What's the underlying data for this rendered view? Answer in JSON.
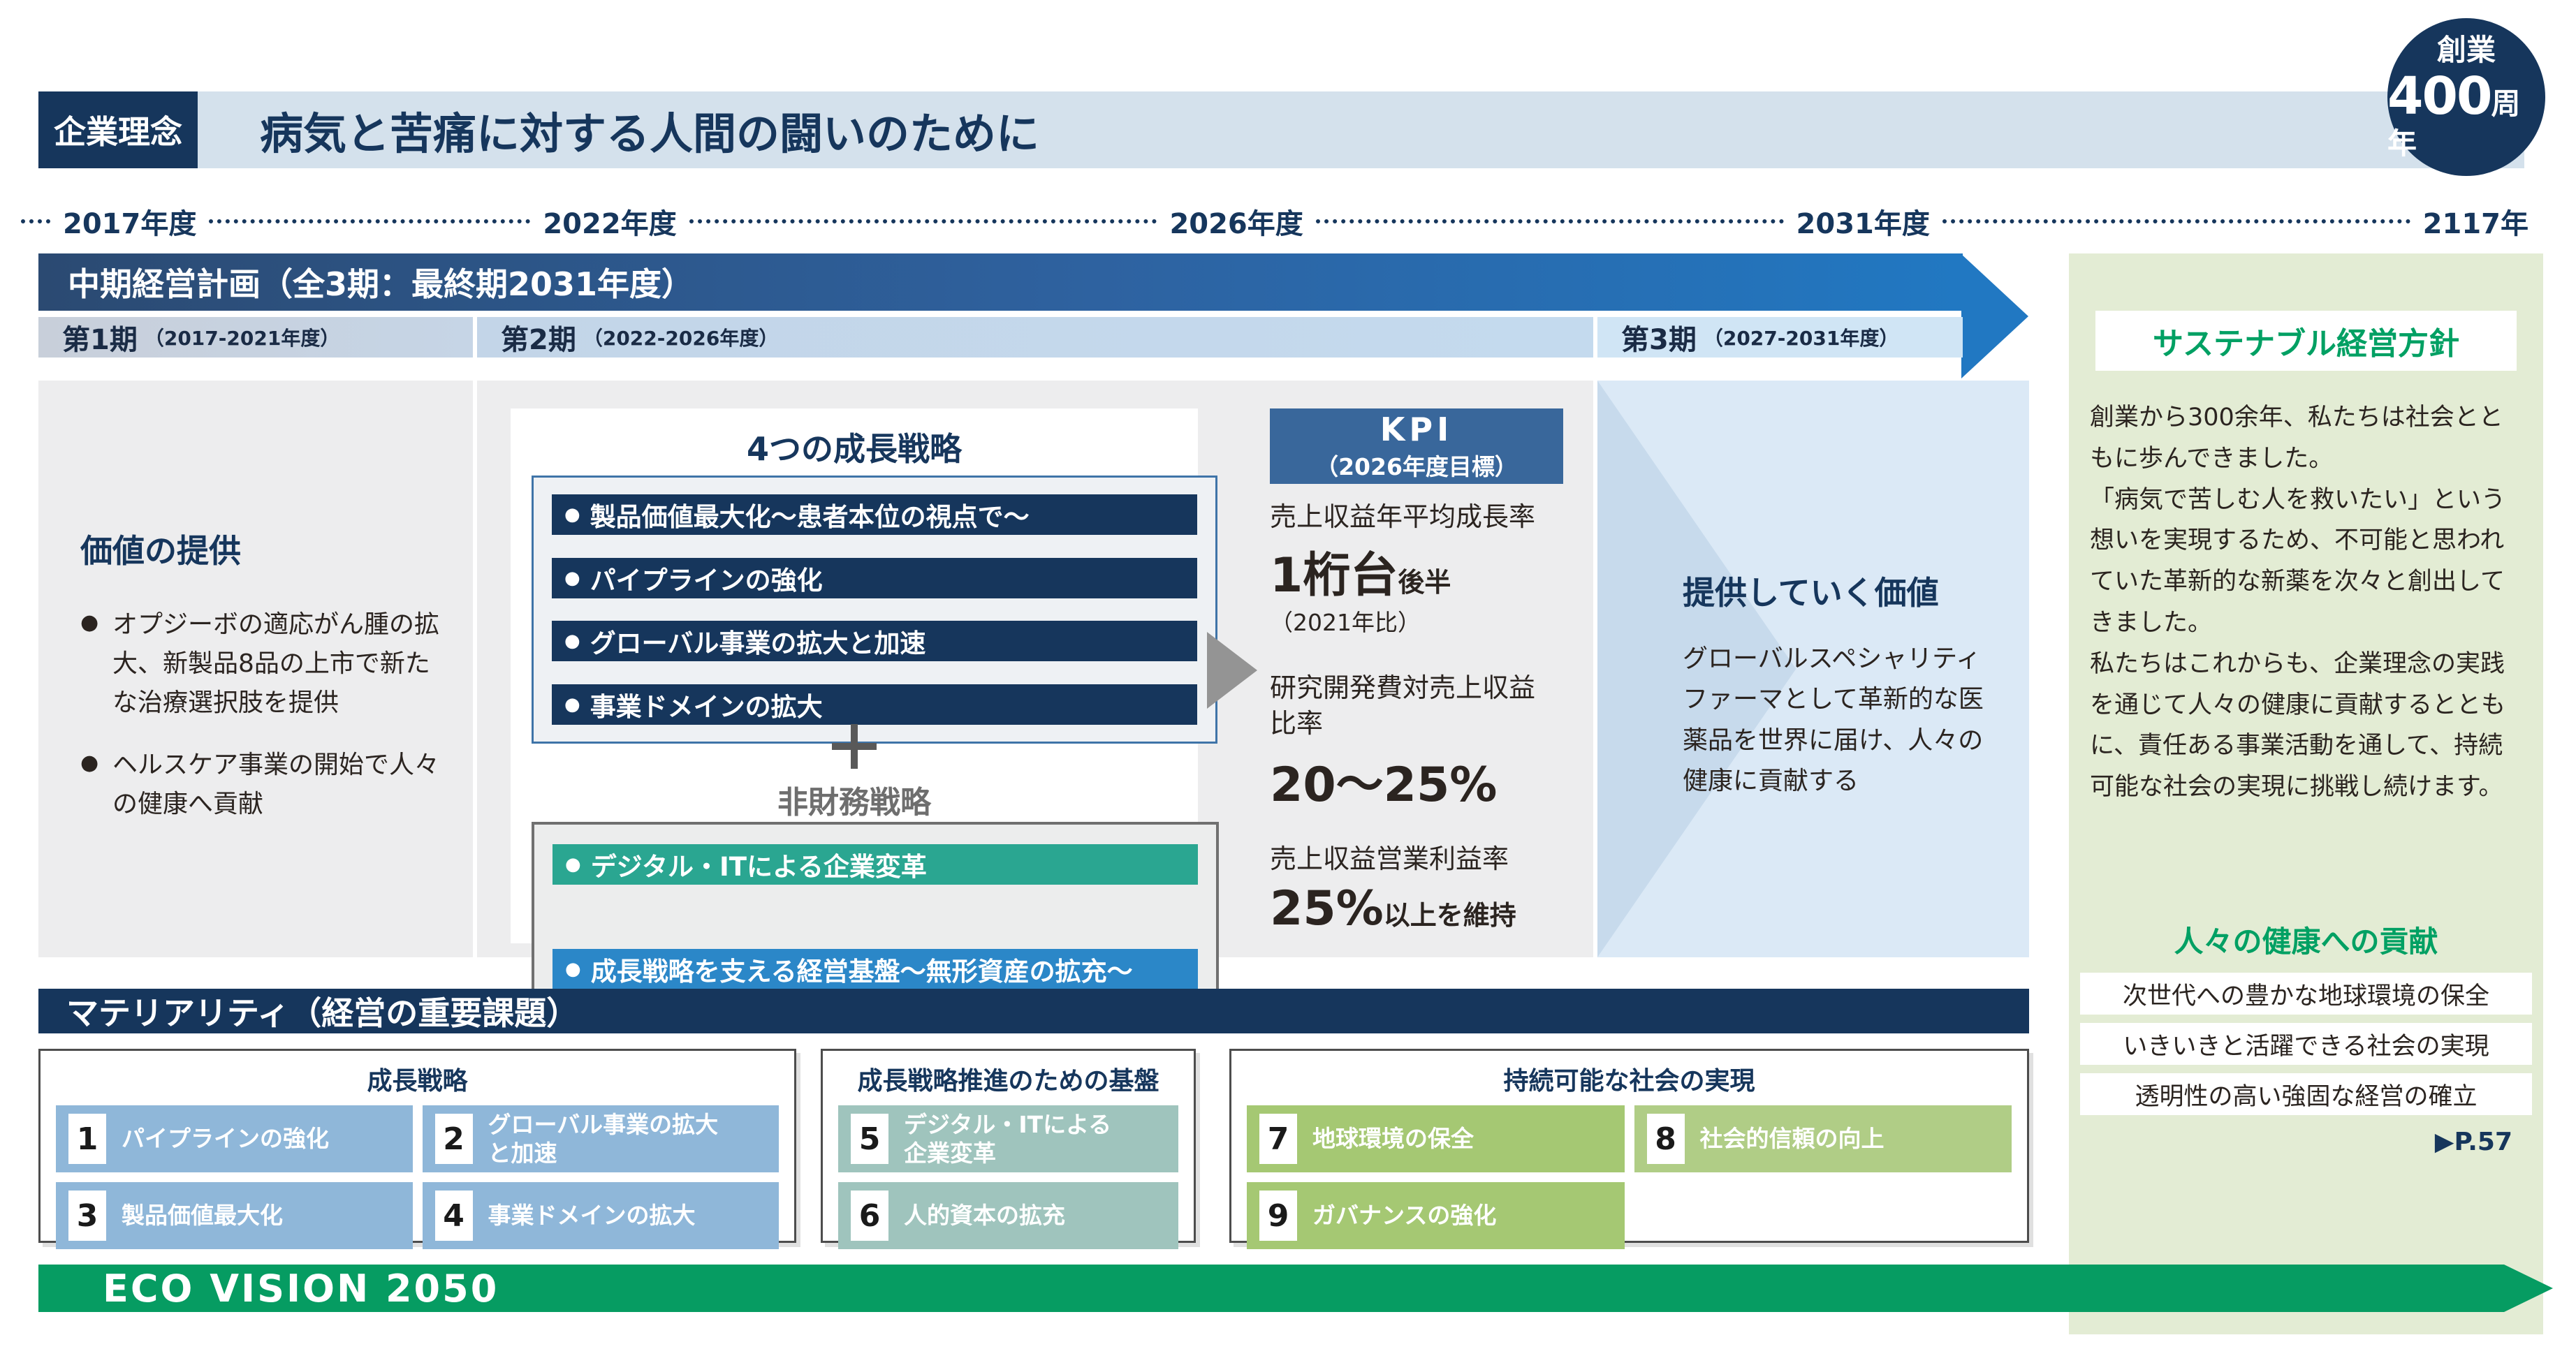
{
  "header": {
    "badge": "企業理念",
    "title": "病気と苦痛に対する人間の闘いのために",
    "anniversary": {
      "line1": "創業",
      "number": "400",
      "suffix": "周年"
    }
  },
  "timeline": {
    "labels": [
      "2017年度",
      "2022年度",
      "2026年度",
      "2031年度",
      "2117年"
    ]
  },
  "plan": {
    "title": "中期経営計画（全3期：最終期2031年度）",
    "phases": [
      {
        "name": "第1期",
        "range": "（2017-2021年度）"
      },
      {
        "name": "第2期",
        "range": "（2022-2026年度）"
      },
      {
        "name": "第3期",
        "range": "（2027-2031年度）"
      }
    ]
  },
  "value_delivery": {
    "title": "価値の提供",
    "bullets": [
      "オプジーボの適応がん腫の拡大、新製品8品の上市で新たな治療選択肢を提供",
      "ヘルスケア事業の開始で人々の健康へ貢献"
    ]
  },
  "growth": {
    "title": "4つの成長戦略",
    "items": [
      "製品価値最大化～患者本位の視点で～",
      "パイプラインの強化",
      "グローバル事業の拡大と加速",
      "事業ドメインの拡大"
    ],
    "nonfinancial_title": "非財務戦略",
    "nonfinancial_items": [
      "デジタル・ITによる企業変革",
      "成長戦略を支える経営基盤～無形資産の拡充～"
    ]
  },
  "kpi": {
    "title": "KPI",
    "subtitle": "（2026年度目標）",
    "metric1": {
      "label": "売上収益年平均成長率",
      "value": "1桁台",
      "suffix": "後半",
      "note": "（2021年比）"
    },
    "metric2": {
      "label": "研究開発費対売上収益比率",
      "value": "20～25%"
    },
    "metric3": {
      "label": "売上収益営業利益率",
      "value": "25%",
      "suffix": "以上を維持"
    }
  },
  "future_value": {
    "title": "提供していく価値",
    "body": "グローバルスペシャリティファーマとして革新的な医薬品を世界に届け、人々の健康に貢献する"
  },
  "sustainable": {
    "title": "サステナブル経営方針",
    "body": "創業から300余年、私たちは社会とともに歩んできました。\n「病気で苦しむ人を救いたい」という想いを実現するため、不可能と思われていた革新的な新薬を次々と創出してきました。\n私たちはこれからも、企業理念の実践を通じて人々の健康に貢献するとともに、責任ある事業活動を通して、持続可能な社会の実現に挑戦し続けます。",
    "subtitle": "人々の健康への貢献",
    "items": [
      "次世代への豊かな地球環境の保全",
      "いきいきと活躍できる社会の実現",
      "透明性の高い強固な経営の確立"
    ],
    "page_ref": "▶P.57"
  },
  "materiality": {
    "title": "マテリアリティ（経営の重要課題）",
    "groups": [
      {
        "title": "成長戦略",
        "items": [
          {
            "num": "1",
            "label": "パイプラインの強化"
          },
          {
            "num": "2",
            "label": "グローバル事業の拡大と加速"
          },
          {
            "num": "3",
            "label": "製品価値最大化"
          },
          {
            "num": "4",
            "label": "事業ドメインの拡大"
          }
        ]
      },
      {
        "title": "成長戦略推進のための基盤",
        "items": [
          {
            "num": "5",
            "label": "デジタル・ITによる企業変革"
          },
          {
            "num": "6",
            "label": "人的資本の拡充"
          }
        ]
      },
      {
        "title": "持続可能な社会の実現",
        "items": [
          {
            "num": "7",
            "label": "地球環境の保全"
          },
          {
            "num": "8",
            "label": "社会的信頼の向上"
          },
          {
            "num": "9",
            "label": "ガバナンスの強化"
          }
        ]
      }
    ]
  },
  "eco": {
    "title": "ECO VISION 2050"
  },
  "colors": {
    "navy": "#16365c",
    "header_band": "#d4e1ec",
    "plan_blue": "#2178c2",
    "panel_gray": "#ededee",
    "kpi_header": "#39679b",
    "teal_bar": "#2aa691",
    "blue_bar": "#2b87c8",
    "light_blue_panel": "#dbe9f6",
    "green_panel": "#e3ecd4",
    "green_accent": "#00a063",
    "eco_green": "#069c62",
    "materiality_blue": "#8fb7d9",
    "materiality_teal": "#9fc4bd",
    "materiality_green": "#a5c873"
  }
}
